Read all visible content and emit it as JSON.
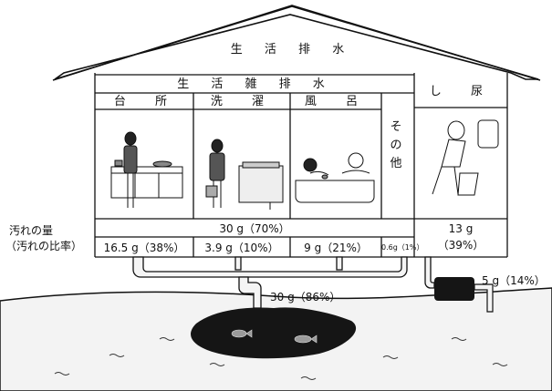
{
  "header": {
    "title": "生 活 排 水"
  },
  "grey_water": {
    "title": "生 活 雑 排 水"
  },
  "rooms": [
    {
      "id": "kitchen",
      "label": "台 所",
      "amount": "16.5 g（38%）"
    },
    {
      "id": "laundry",
      "label": "洗 濯",
      "amount": "3.9 g（10%）"
    },
    {
      "id": "bath",
      "label": "風 呂",
      "amount": "9 g（21%）"
    },
    {
      "id": "other",
      "label": "そ の 他",
      "amount": "0.6g（1%）"
    }
  ],
  "toilet": {
    "label": "し 尿",
    "amount": "13 g",
    "ratio": "（39%）"
  },
  "total_grey": "30 g（70%）",
  "row_labels": {
    "amount": "汚れの量",
    "ratio": "（汚れの比率）"
  },
  "outflow": {
    "grey": "30 g（86%）",
    "toilet": "5 g（14%）"
  },
  "colors": {
    "line": "#111111",
    "pipe": "#f4f4f4",
    "river": "#f4f4f4",
    "sludge": "#151515"
  }
}
